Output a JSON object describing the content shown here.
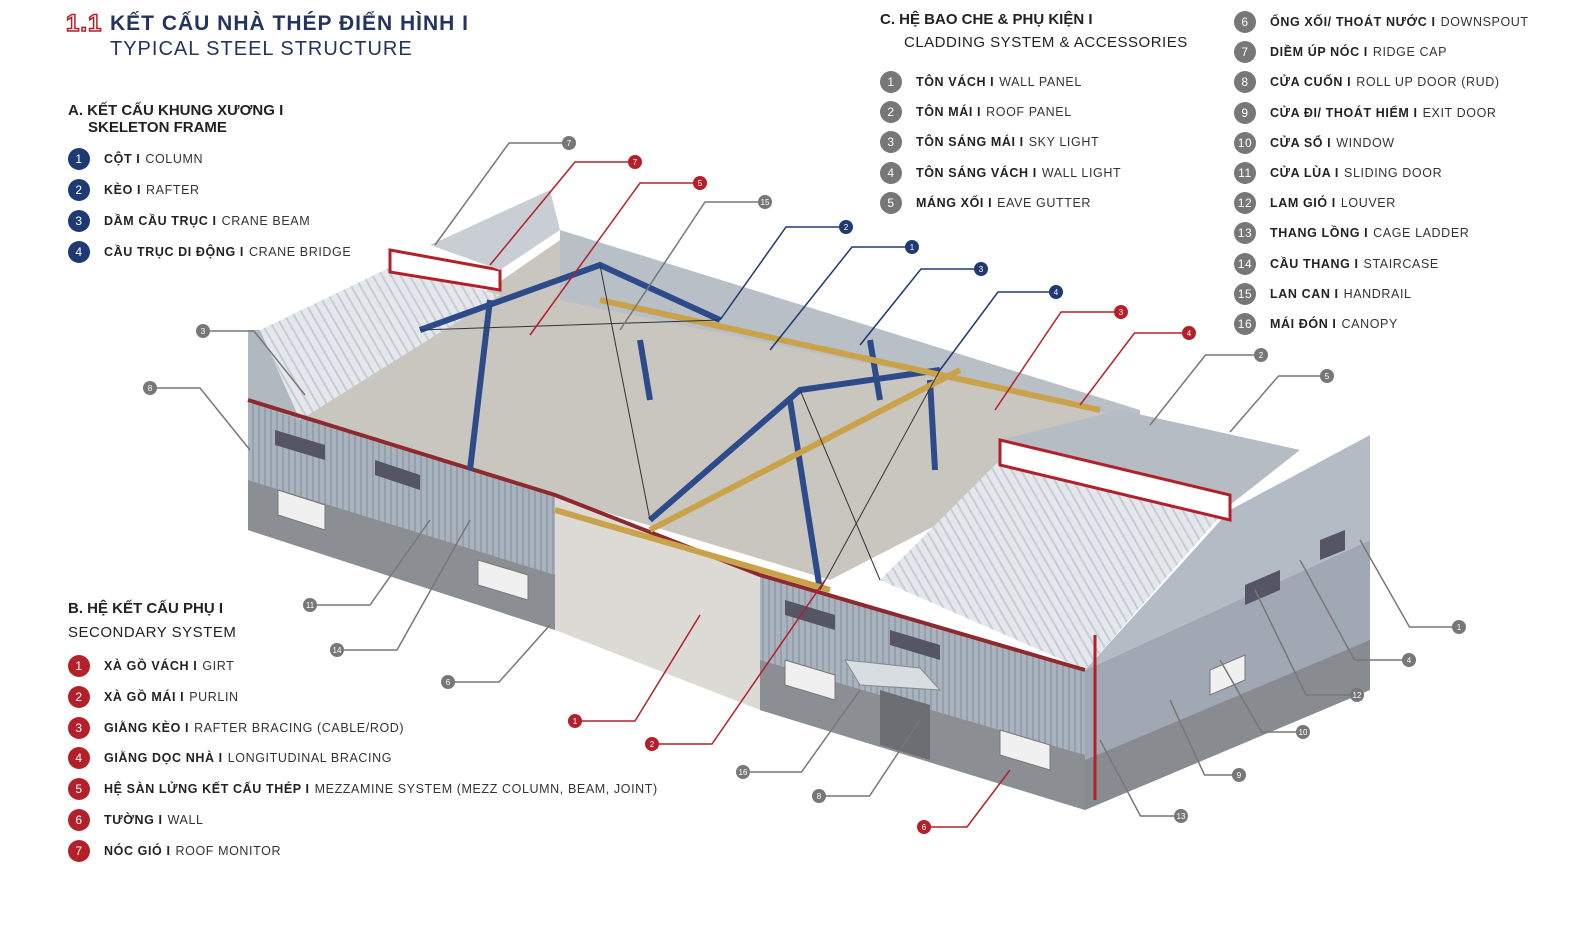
{
  "header": {
    "number": "1.1",
    "title_vi": "KẾT CẤU NHÀ THÉP ĐIỂN HÌNH  I",
    "title_en": "TYPICAL STEEL STRUCTURE"
  },
  "colors": {
    "blue": "#1f3a72",
    "red": "#b3202a",
    "gray": "#777777",
    "title": "#24345e"
  },
  "section_a": {
    "title_vi": "A.  KẾT CẤU KHUNG XƯƠNG  I",
    "title_en": "SKELETON FRAME",
    "items": [
      {
        "num": "1",
        "vi": "CỘT  I",
        "en": "COLUMN"
      },
      {
        "num": "2",
        "vi": "KÈO  I",
        "en": "RAFTER"
      },
      {
        "num": "3",
        "vi": "DẦM CẦU TRỤC  I",
        "en": "CRANE BEAM"
      },
      {
        "num": "4",
        "vi": "CẦU TRỤC DI ĐỘNG  I",
        "en": "CRANE BRIDGE"
      }
    ]
  },
  "section_b": {
    "title_vi": "B.  HỆ KẾT CẤU PHỤ   I",
    "title_en": "SECONDARY SYSTEM",
    "items": [
      {
        "num": "1",
        "vi": "XÀ GỒ VÁCH  I",
        "en": "GIRT"
      },
      {
        "num": "2",
        "vi": "XÀ GỒ MÁI  I",
        "en": "PURLIN"
      },
      {
        "num": "3",
        "vi": "GIẰNG KÈO  I",
        "en": "RAFTER BRACING (CABLE/ROD)"
      },
      {
        "num": "4",
        "vi": "GIẰNG DỌC NHÀ  I",
        "en": "LONGITUDINAL BRACING"
      },
      {
        "num": "5",
        "vi": "HỆ SÀN LỬNG KẾT CẤU THÉP  I",
        "en": "MEZZAMINE SYSTEM (MEZZ COLUMN, BEAM, JOINT)"
      },
      {
        "num": "6",
        "vi": "TƯỜNG  I",
        "en": "WALL"
      },
      {
        "num": "7",
        "vi": "NÓC GIÓ  I",
        "en": "ROOF MONITOR"
      }
    ]
  },
  "section_c": {
    "title_vi": "C.  HỆ BAO CHE & PHỤ KIỆN   I",
    "title_en": "CLADDING SYSTEM & ACCESSORIES",
    "items": [
      {
        "num": "1",
        "vi": "TÔN VÁCH  I",
        "en": "WALL PANEL"
      },
      {
        "num": "2",
        "vi": "TÔN MÁI  I",
        "en": "ROOF PANEL"
      },
      {
        "num": "3",
        "vi": "TÔN SÁNG MÁI  I",
        "en": "SKY LIGHT"
      },
      {
        "num": "4",
        "vi": "TÔN SÁNG VÁCH  I",
        "en": "WALL LIGHT"
      },
      {
        "num": "5",
        "vi": "MÁNG XỐI  I",
        "en": "EAVE GUTTER"
      },
      {
        "num": "6",
        "vi": "ỐNG XỐI/ THOÁT NƯỚC  I",
        "en": "DOWNSPOUT"
      },
      {
        "num": "7",
        "vi": "DIỀM ÚP NÓC  I",
        "en": "RIDGE CAP"
      },
      {
        "num": "8",
        "vi": "CỬA CUỐN  I",
        "en": "ROLL UP DOOR (RUD)"
      },
      {
        "num": "9",
        "vi": "CỬA ĐI/ THOÁT HIỂM  I",
        "en": "EXIT DOOR"
      },
      {
        "num": "10",
        "vi": "CỬA SỔ  I",
        "en": "WINDOW"
      },
      {
        "num": "11",
        "vi": "CỬA LÙA  I",
        "en": "SLIDING DOOR"
      },
      {
        "num": "12",
        "vi": "LAM GIÓ  I",
        "en": "LOUVER"
      },
      {
        "num": "13",
        "vi": "THANG LỒNG  I",
        "en": "CAGE LADDER"
      },
      {
        "num": "14",
        "vi": "CẦU THANG  I",
        "en": "STAIRCASE"
      },
      {
        "num": "15",
        "vi": "LAN CAN  I",
        "en": "HANDRAIL"
      },
      {
        "num": "16",
        "vi": "MÁI ĐÓN  I",
        "en": "CANOPY"
      }
    ]
  },
  "callouts": [
    {
      "num": "7",
      "group": "gray"
    },
    {
      "num": "15",
      "group": "gray"
    },
    {
      "num": "3",
      "group": "gray"
    },
    {
      "num": "8",
      "group": "gray"
    },
    {
      "num": "2",
      "group": "gray"
    },
    {
      "num": "5",
      "group": "gray"
    },
    {
      "num": "1",
      "group": "gray"
    },
    {
      "num": "4",
      "group": "gray"
    },
    {
      "num": "12",
      "group": "gray"
    },
    {
      "num": "10",
      "group": "gray"
    },
    {
      "num": "9",
      "group": "gray"
    },
    {
      "num": "13",
      "group": "gray"
    },
    {
      "num": "8",
      "group": "gray"
    },
    {
      "num": "16",
      "group": "gray"
    },
    {
      "num": "6",
      "group": "gray"
    },
    {
      "num": "14",
      "group": "gray"
    },
    {
      "num": "11",
      "group": "gray"
    },
    {
      "num": "2",
      "group": "blue"
    },
    {
      "num": "1",
      "group": "blue"
    },
    {
      "num": "3",
      "group": "blue"
    },
    {
      "num": "4",
      "group": "blue"
    },
    {
      "num": "7",
      "group": "red"
    },
    {
      "num": "5",
      "group": "red"
    },
    {
      "num": "3",
      "group": "red"
    },
    {
      "num": "4",
      "group": "red"
    },
    {
      "num": "1",
      "group": "red"
    },
    {
      "num": "2",
      "group": "red"
    },
    {
      "num": "6",
      "group": "red"
    }
  ]
}
